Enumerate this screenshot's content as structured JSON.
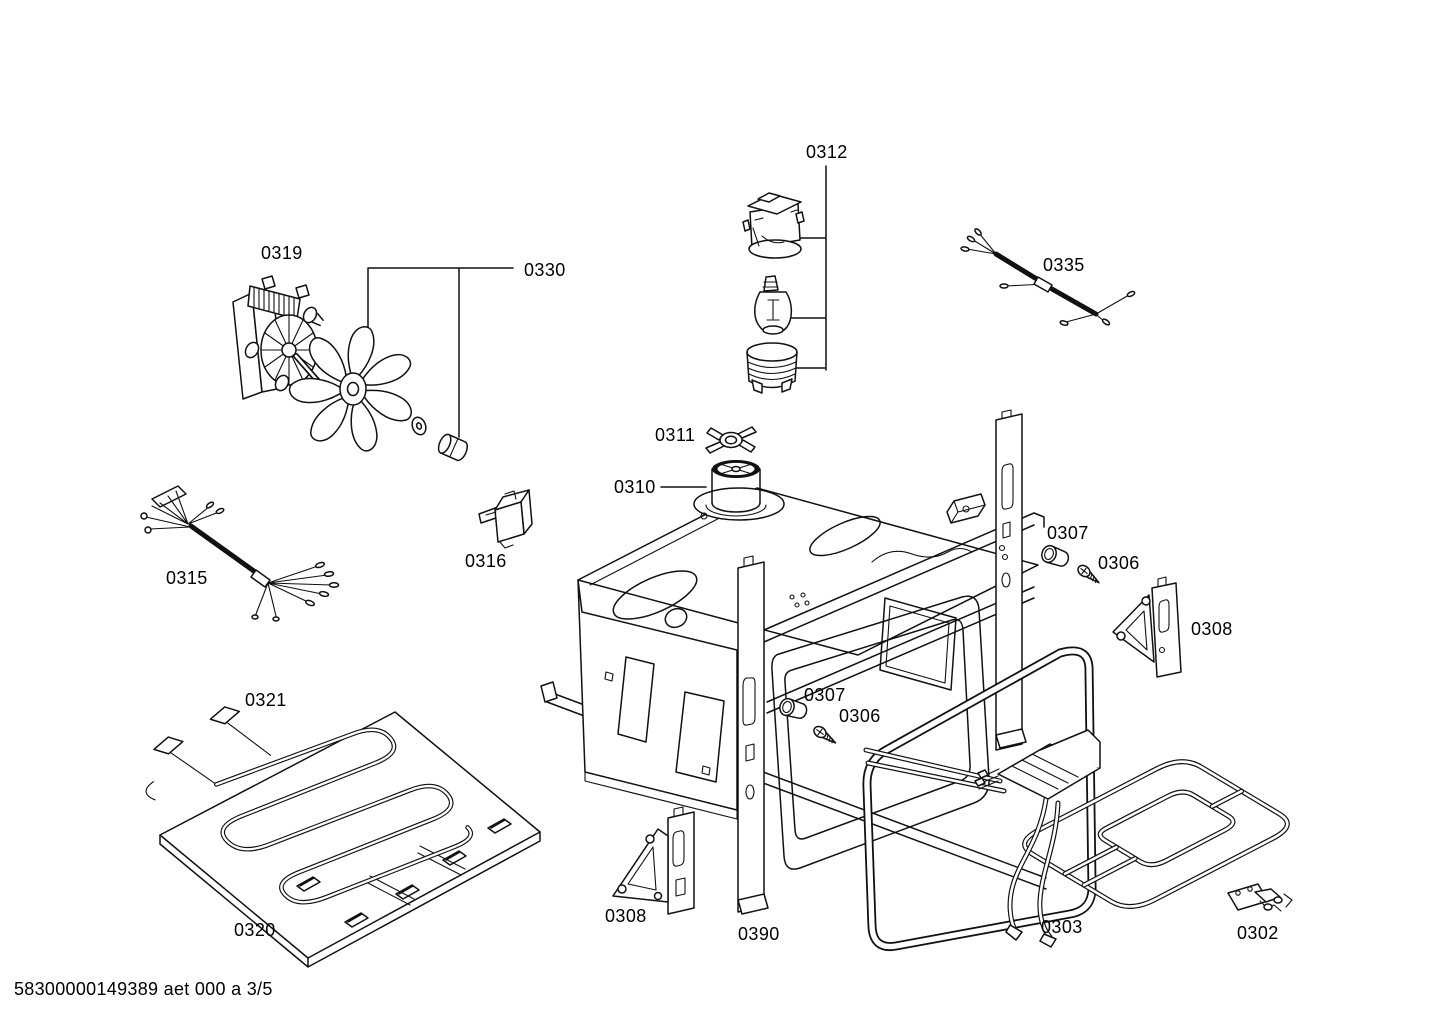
{
  "colors": {
    "ink": "#111111",
    "paper": "#ffffff"
  },
  "footer": {
    "text": "58300000149389 aet 000 a 3/5"
  },
  "labels": [
    {
      "text": "0312"
    },
    {
      "text": "0319"
    },
    {
      "text": "0330"
    },
    {
      "text": "0335"
    },
    {
      "text": "0311"
    },
    {
      "text": "0310"
    },
    {
      "text": "0316"
    },
    {
      "text": "0315"
    },
    {
      "text": "0307"
    },
    {
      "text": "0306"
    },
    {
      "text": "0308"
    },
    {
      "text": "0307"
    },
    {
      "text": "0306"
    },
    {
      "text": "0321"
    },
    {
      "text": "0320"
    },
    {
      "text": "0308"
    },
    {
      "text": "0390"
    },
    {
      "text": "0303"
    },
    {
      "text": "0302"
    }
  ]
}
